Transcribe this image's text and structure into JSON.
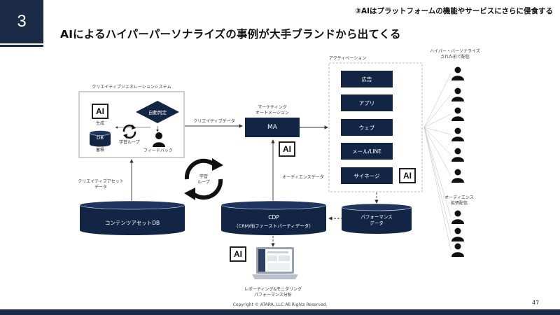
{
  "slide": {
    "number": "3",
    "subtitle": "③AIはプラットフォームの機能やサービスにさらに侵食する",
    "title": "AIによるハイパーパーソナライズの事例が大手ブランドから出てくる",
    "page": "47",
    "copyright": "Copyright © ATARA, LLC All Rights Reserved."
  },
  "creative_system": {
    "label": "クリエイティブジェネレーションシステム",
    "ai_label": "AI",
    "gen_label": "生成",
    "db_label": "DB",
    "store_label": "蓄積",
    "loop_label": "学習ループ",
    "judge_label": "自動判定",
    "feedback_label": "フィードバック"
  },
  "arrows": {
    "creative_data": "クリエイティブデータ",
    "creative_asset_data": "クリエイティブアセット\nデータ",
    "audience_data": "オーディエンスデータ",
    "center_loop": "学習\nループ"
  },
  "ma": {
    "caption": "マーケティング\nオートメーション",
    "label": "MA",
    "ai_label": "AI"
  },
  "activation": {
    "caption": "アクティベーション",
    "channels": [
      "広告",
      "アプリ",
      "ウェブ",
      "メール/LINE",
      "サイネージ"
    ],
    "ai_label": "AI"
  },
  "content_db": {
    "label": "コンテンツアセットDB"
  },
  "cdp": {
    "title": "CDP",
    "sub": "（CRM/他ファーストパーティデータ）"
  },
  "performance": {
    "label": "パフォーマンス\nデータ"
  },
  "reporting": {
    "ai_label": "AI",
    "caption": "レポーティング&モニタリング\nパフォーマンス分析"
  },
  "audience": {
    "top_caption": "ハイパー・パーソナライズ\nされた形で配信",
    "ext_caption": "オーディエンス\n拡張配信"
  },
  "colors": {
    "navy": "#132544",
    "header": "#1b2a47"
  }
}
